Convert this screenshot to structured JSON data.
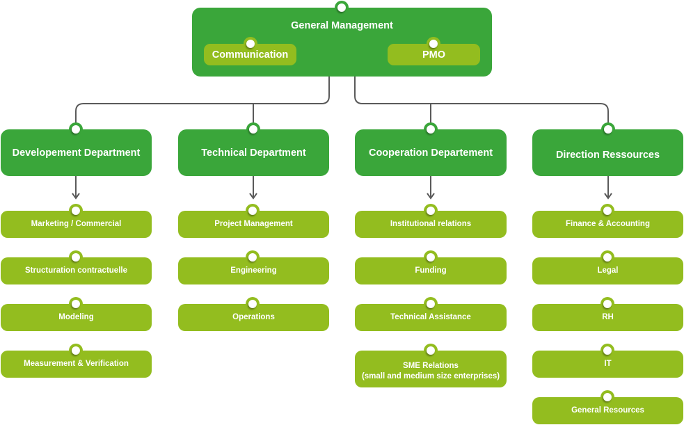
{
  "colors": {
    "department": "#3aa63a",
    "unit": "#93bd1f",
    "connector": "#5a5a5a",
    "text": "#ffffff"
  },
  "root": {
    "title": "General Management",
    "attached_units": [
      "Communication",
      "PMO"
    ]
  },
  "departments": [
    {
      "title": "Developement Department",
      "units": [
        "Marketing / Commercial",
        "Structuration contractuelle",
        "Modeling",
        "Measurement & Verification"
      ]
    },
    {
      "title": "Technical Department",
      "units": [
        "Project Management",
        "Engineering",
        "Operations"
      ]
    },
    {
      "title": "Cooperation Departement",
      "units": [
        "Institutional relations",
        "Funding",
        "Technical Assistance",
        "SME Relations\n(small and medium size enterprises)"
      ]
    },
    {
      "title": "Direction Ressources",
      "units": [
        "Finance & Accounting",
        "Legal",
        "RH",
        "IT",
        "General Resources"
      ]
    }
  ]
}
